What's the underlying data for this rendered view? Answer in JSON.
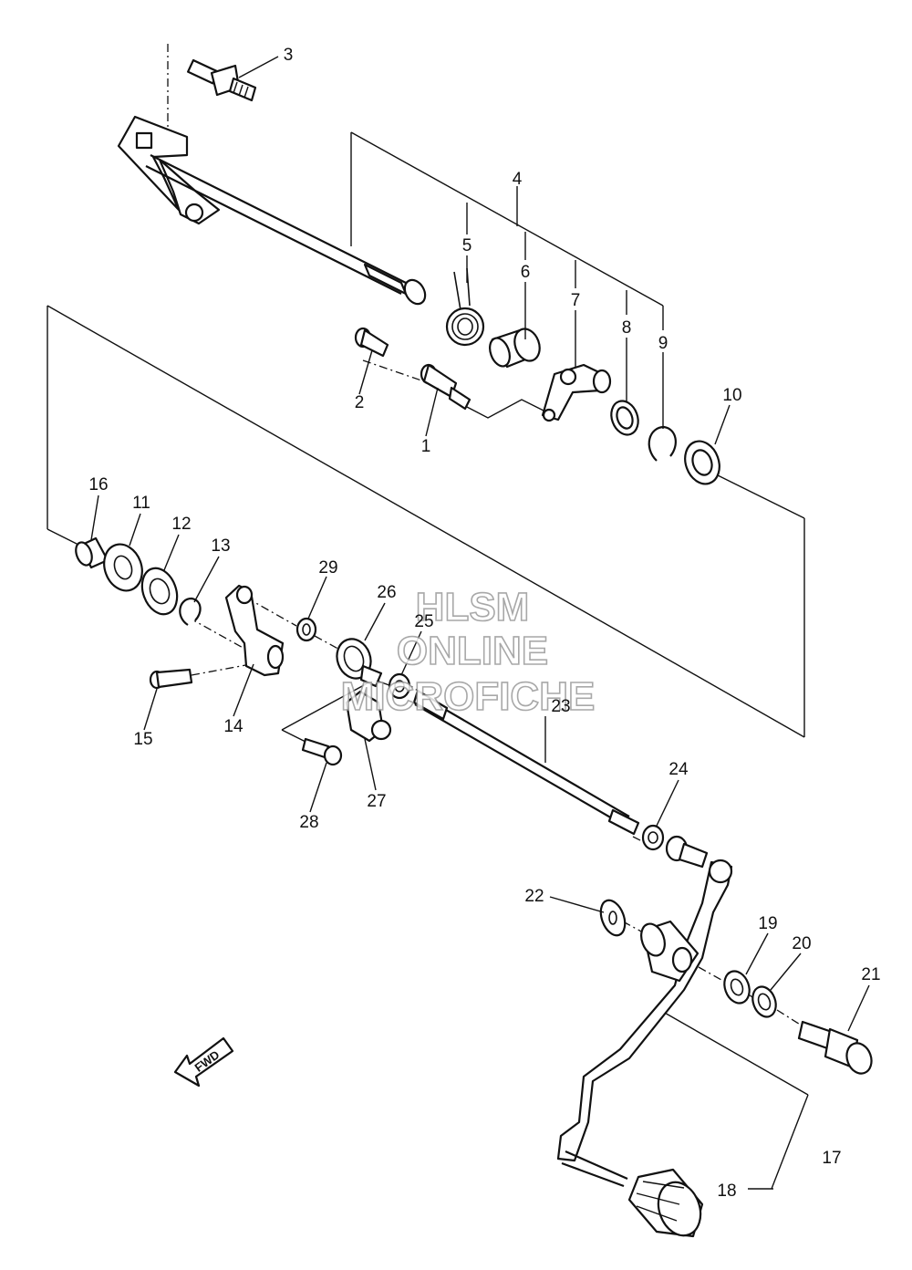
{
  "watermark": {
    "line1": "HLSM",
    "line2": "ONLINE",
    "line3": "MICROFICHE"
  },
  "direction_label": "FWD",
  "callouts": [
    "1",
    "2",
    "3",
    "4",
    "5",
    "6",
    "7",
    "8",
    "9",
    "10",
    "11",
    "12",
    "13",
    "14",
    "15",
    "16",
    "17",
    "18",
    "19",
    "20",
    "21",
    "22",
    "23",
    "24",
    "25",
    "26",
    "27",
    "28",
    "29"
  ]
}
